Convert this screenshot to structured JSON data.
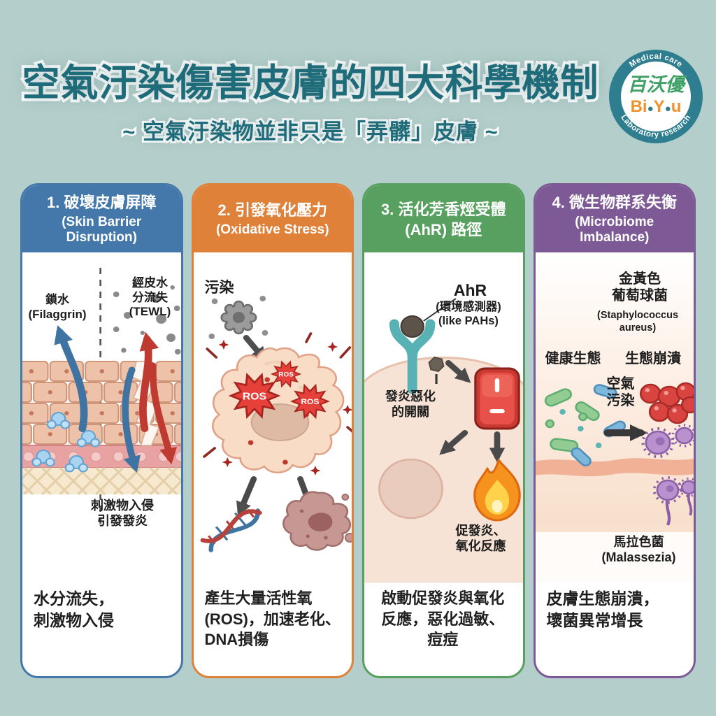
{
  "page": {
    "background": "#b4cfcb",
    "title": "空氣汙染傷害皮膚的四大科學機制",
    "subtitle": "~ 空氣汙染物並非只是「弄髒」皮膚 ~",
    "title_color": "#1e6b7a"
  },
  "logo": {
    "arc_top": "Medical care",
    "arc_bottom": "Laboratory research",
    "name_zh": "百沃優",
    "brand_p1": "Bi",
    "brand_dot1": "●",
    "brand_p2": "Y",
    "brand_dot2": "●",
    "brand_p3": "u",
    "ring_color": "#2e7e8f",
    "brand_color": "#f0922b",
    "name_color": "#3fa065"
  },
  "cards": [
    {
      "accent": "#4478ab",
      "title": "1. 破壞皮膚屏障",
      "subtitle": "(Skin Barrier\nDisruption)",
      "labels": {
        "lock": "鎖水\n(Filaggrin)",
        "tewl": "經皮水\n分流失\n(TEWL)",
        "invade": "刺激物入侵\n引發發炎"
      },
      "caption": "水分流失，\n刺激物入侵"
    },
    {
      "accent": "#e0813a",
      "title": "2. 引發氧化壓力",
      "subtitle": "(Oxidative Stress)",
      "labels": {
        "pollution": "污染",
        "ros": "ROS"
      },
      "caption": "產生大量活性氧\n(ROS)，加速老化、\nDNA損傷"
    },
    {
      "accent": "#57a05f",
      "title": "3. 活化芳香烴受體",
      "subtitle": "(AhR) 路徑",
      "labels": {
        "ahr": "AhR",
        "ahr_sub": "(環境感測器)\n(like PAHs)",
        "switch": "發炎惡化\n的開關",
        "flame": "促發炎、\n氧化反應"
      },
      "caption": "啟動促發炎與氧化\n反應，惡化過敏、\n痘痘"
    },
    {
      "accent": "#7d5a96",
      "title": "4. 微生物群系失衡",
      "subtitle": "(Microbiome\nImbalance)",
      "labels": {
        "staph_zh": "金黃色\n葡萄球菌",
        "staph_en": "(Staphylococcus\naureus)",
        "healthy": "健康生態",
        "collapse": "生態崩潰",
        "air": "空氣\n污染",
        "malassezia": "馬拉色菌\n(Malassezia)"
      },
      "caption": "皮膚生態崩潰，\n壞菌異常增長"
    }
  ]
}
